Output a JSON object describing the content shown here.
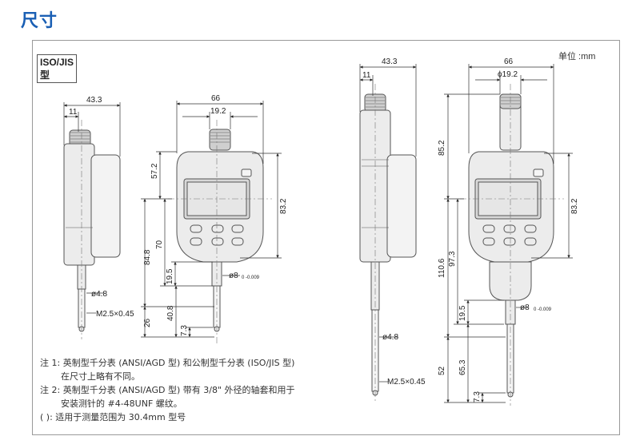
{
  "page": {
    "title": "尺寸"
  },
  "type_badge": {
    "line1": "ISO/JIS",
    "line2": "型"
  },
  "unit_label": "单位 :mm",
  "dimensions": {
    "left": {
      "side_width": "43.3",
      "side_top": "11",
      "front_width": "66",
      "front_top": "19.2",
      "h_57_2": "57.2",
      "h_83_2": "83.2",
      "h_84_8": "84.8",
      "h_70": "70",
      "h_19_5": "19.5",
      "h_26": "26",
      "h_40_8": "40.8",
      "h_7_3": "7.3",
      "d_4_8": "ø4.8",
      "thread": "M2.5×0.45",
      "d_8": "ø8",
      "tol": "0 -0.009"
    },
    "right": {
      "side_width": "43.3",
      "side_top": "11",
      "front_width": "66",
      "front_top": "ϕ19.2",
      "h_85_2": "85.2",
      "h_83_2": "83.2",
      "h_110_6": "110.6",
      "h_97_3": "97.3",
      "h_19_5": "19.5",
      "h_52": "52",
      "h_65_3": "65.3",
      "h_7_3": "7.3",
      "d_4_8": "ø4.8",
      "thread": "M2.5×0.45",
      "d_8": "ø8",
      "tol": "0 -0.009"
    }
  },
  "notes": {
    "note1_line1": "注 1: 英制型千分表 (ANSI/AGD 型) 和公制型千分表 (ISO/JIS 型)",
    "note1_line2": "在尺寸上略有不同。",
    "note2_line1": "注 2: 英制型千分表 (ANSI/AGD 型) 带有 3/8\" 外径的轴套和用于",
    "note2_line2": "安装测针的 #4-48UNF 螺纹。",
    "note3": "( ): 适用于测量范围为 30.4mm 型号"
  }
}
